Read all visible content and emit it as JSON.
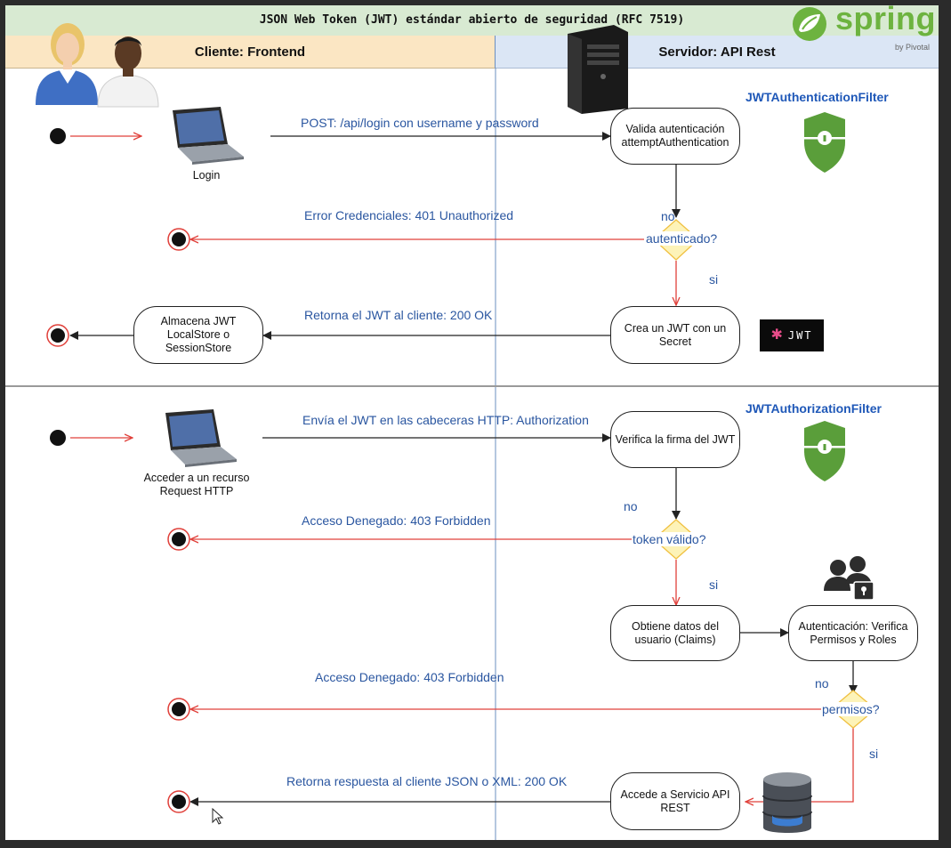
{
  "title": "JSON Web Token (JWT) estándar abierto de seguridad (RFC 7519)",
  "lanes": {
    "client": "Cliente: Frontend",
    "server": "Servidor: API Rest"
  },
  "logo": {
    "spring": "spring",
    "pivotal": "by Pivotal",
    "jwt_badge": "JWT"
  },
  "filters": {
    "authentication": "JWTAuthenticationFilter",
    "authorization": "JWTAuthorizationFilter"
  },
  "section1": {
    "login_caption": "Login",
    "post_label": "POST: /api/login con username y password",
    "validate_node": "Valida autenticación attemptAuthentication",
    "decision": "autenticado?",
    "no": "no",
    "si": "si",
    "error_label": "Error Credenciales: 401 Unauthorized",
    "create_jwt_node": "Crea un JWT con un Secret",
    "return_label": "Retorna el JWT al cliente: 200 OK",
    "store_node": "Almacena JWT LocalStore o SessionStore"
  },
  "section2": {
    "access_caption": "Acceder a un recurso Request HTTP",
    "send_label": "Envía el JWT en las cabeceras HTTP: Authorization",
    "verify_node": "Verifica la firma del JWT",
    "no1": "no",
    "decision_token": "token válido?",
    "denied1_label": "Acceso Denegado: 403 Forbidden",
    "si1": "si",
    "claims_node": "Obtiene datos del usuario (Claims)",
    "auth_node": "Autenticación: Verifica Permisos y Roles",
    "no2": "no",
    "decision_perm": "permisos?",
    "denied2_label": "Acceso Denegado: 403 Forbidden",
    "si2": "si",
    "service_node": "Accede a Servicio API REST",
    "response_label": "Retorna respuesta al cliente JSON o XML: 200 OK"
  },
  "icons": [
    "user-avatars-icon",
    "server-tower-icon",
    "spring-logo-icon",
    "shield-icon",
    "laptop-icon",
    "jwt-logo-icon",
    "users-lock-icon",
    "database-icon",
    "mouse-cursor-icon"
  ],
  "colors": {
    "flow_red": "#e0403a",
    "flow_black": "#222222",
    "label_blue": "#2a56a0",
    "decision_fill": "#fdf3b8",
    "decision_stroke": "#f0c040",
    "shield_green": "#5a9e3a"
  }
}
